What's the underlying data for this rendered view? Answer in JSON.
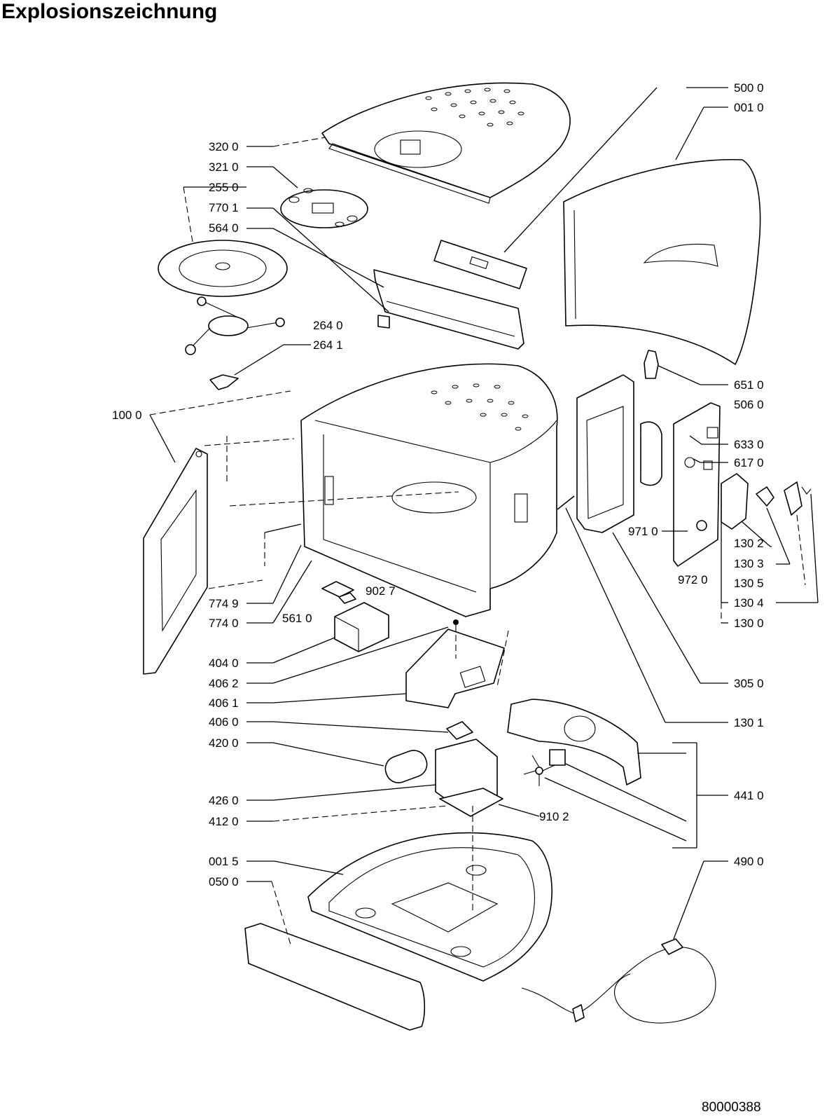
{
  "title": "Explosionszeichnung",
  "document_number": "80000388",
  "part_labels": [
    "500 0",
    "001 0",
    "320 0",
    "321 0",
    "255 0",
    "770 1",
    "564 0",
    "264 0",
    "264 1",
    "651 0",
    "506 0",
    "100 0",
    "633 0",
    "617 0",
    "971 0",
    "130 2",
    "130 3",
    "972 0",
    "130 5",
    "130 4",
    "130 0",
    "902 7",
    "774 9",
    "774 0",
    "561 0",
    "404 0",
    "406 2",
    "305 0",
    "406 1",
    "406 0",
    "130 1",
    "420 0",
    "441 0",
    "426 0",
    "412 0",
    "910 2",
    "001 5",
    "490 0",
    "050 0"
  ]
}
